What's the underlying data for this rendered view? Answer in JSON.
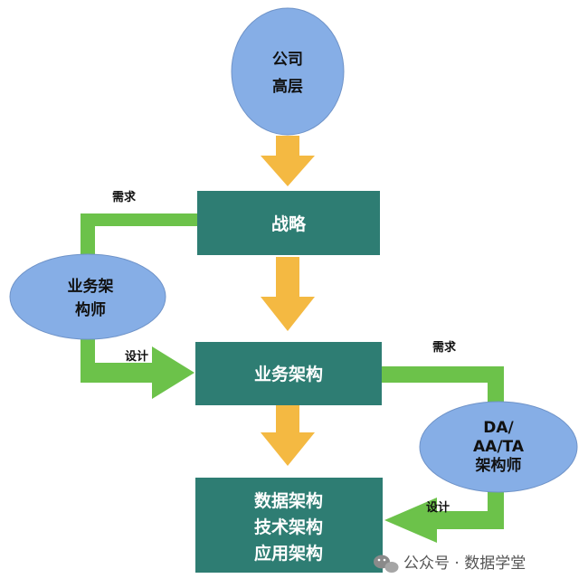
{
  "nodes": {
    "top_management": {
      "lines": [
        "公司",
        "高层"
      ]
    },
    "strategy": {
      "label": "战略"
    },
    "business_arch": {
      "label": "业务架构"
    },
    "it_arch": {
      "lines": [
        "数据架构",
        "技术架构",
        "应用架构"
      ]
    },
    "business_architect": {
      "lines": [
        "业务架",
        "构师"
      ]
    },
    "da_aa_ta_architect": {
      "lines": [
        "DA/",
        "AA/TA",
        "架构师"
      ]
    }
  },
  "edges": {
    "left_demand": "需求",
    "left_design": "设计",
    "right_demand": "需求",
    "right_design": "设计"
  },
  "watermark": {
    "text": "公众号 · 数据学堂",
    "icon": "wechat-icon"
  },
  "colors": {
    "box": "#2e7d73",
    "ellipse": "#86aee6",
    "arrow_yellow": "#f4b942",
    "arrow_green": "#6cc24a"
  }
}
